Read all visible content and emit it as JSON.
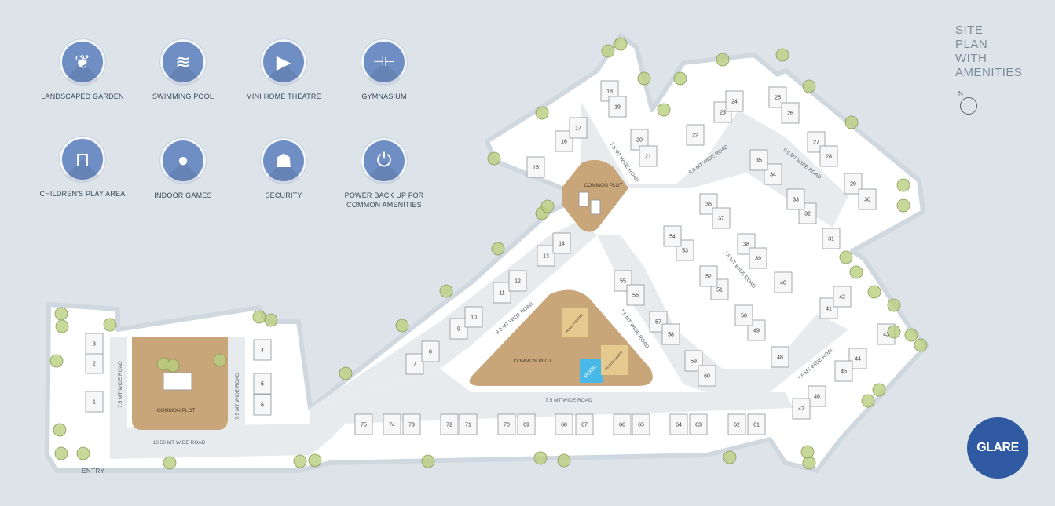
{
  "amenities": [
    {
      "label": "LANDSCAPED GARDEN",
      "icon": "garden-icon",
      "glyph": "❦"
    },
    {
      "label": "SWIMMING POOL",
      "icon": "pool-ladder-icon",
      "glyph": "≋"
    },
    {
      "label": "MINI HOME THEATRE",
      "icon": "video-camera-icon",
      "glyph": "▶"
    },
    {
      "label": "GYMNASIUM",
      "icon": "dumbbell-icon",
      "glyph": "⊣⊢"
    },
    {
      "label": "CHILDREN'S PLAY AREA",
      "icon": "swing-icon",
      "glyph": "⊓"
    },
    {
      "label": "INDOOR GAMES",
      "icon": "table-tennis-icon",
      "glyph": "●"
    },
    {
      "label": "SECURITY",
      "icon": "security-guard-icon",
      "glyph": "☗"
    },
    {
      "label": "POWER BACK UP FOR COMMON AMENITIES",
      "icon": "power-plug-icon",
      "glyph": "⏻"
    }
  ],
  "title": {
    "line1": "SITE",
    "line2": "PLAN",
    "line3": "WITH",
    "line4": "AMENITIES"
  },
  "north_label": "N",
  "logo_text": "GLARE",
  "entry_label": "ENTRY",
  "roads": {
    "r1050": "10.50 MT WIDE ROAD",
    "r75": "7.5 MT WIDE ROAD",
    "r90": "9.0 MT WIDE ROAD"
  },
  "common_plot": "COMMON PLOT",
  "pool_label": "POOL",
  "mini_labels": [
    "HOME THEATRE",
    "INDOOR GAMES"
  ],
  "units": [
    "1",
    "2",
    "3",
    "4",
    "5",
    "6",
    "7",
    "8",
    "9",
    "10",
    "11",
    "12",
    "13",
    "14",
    "15",
    "16",
    "17",
    "18",
    "19",
    "20",
    "21",
    "22",
    "23",
    "24",
    "25",
    "26",
    "27",
    "28",
    "29",
    "30",
    "31",
    "32",
    "33",
    "34",
    "35",
    "36",
    "37",
    "38",
    "39",
    "40",
    "41",
    "42",
    "43",
    "44",
    "45",
    "46",
    "47",
    "48",
    "49",
    "50",
    "51",
    "52",
    "53",
    "54",
    "55",
    "56",
    "57",
    "58",
    "59",
    "60",
    "61",
    "62",
    "63",
    "64",
    "65",
    "66",
    "67",
    "68",
    "69",
    "70",
    "71",
    "72",
    "73",
    "74",
    "75"
  ],
  "colors": {
    "accent": "#6f8fc4",
    "plot": "#c9a57a",
    "road": "#e9ecee",
    "site": "#ffffff",
    "background": "#dce4ea",
    "tree": "#b9cf7f",
    "logo": "#2f5aa2"
  }
}
